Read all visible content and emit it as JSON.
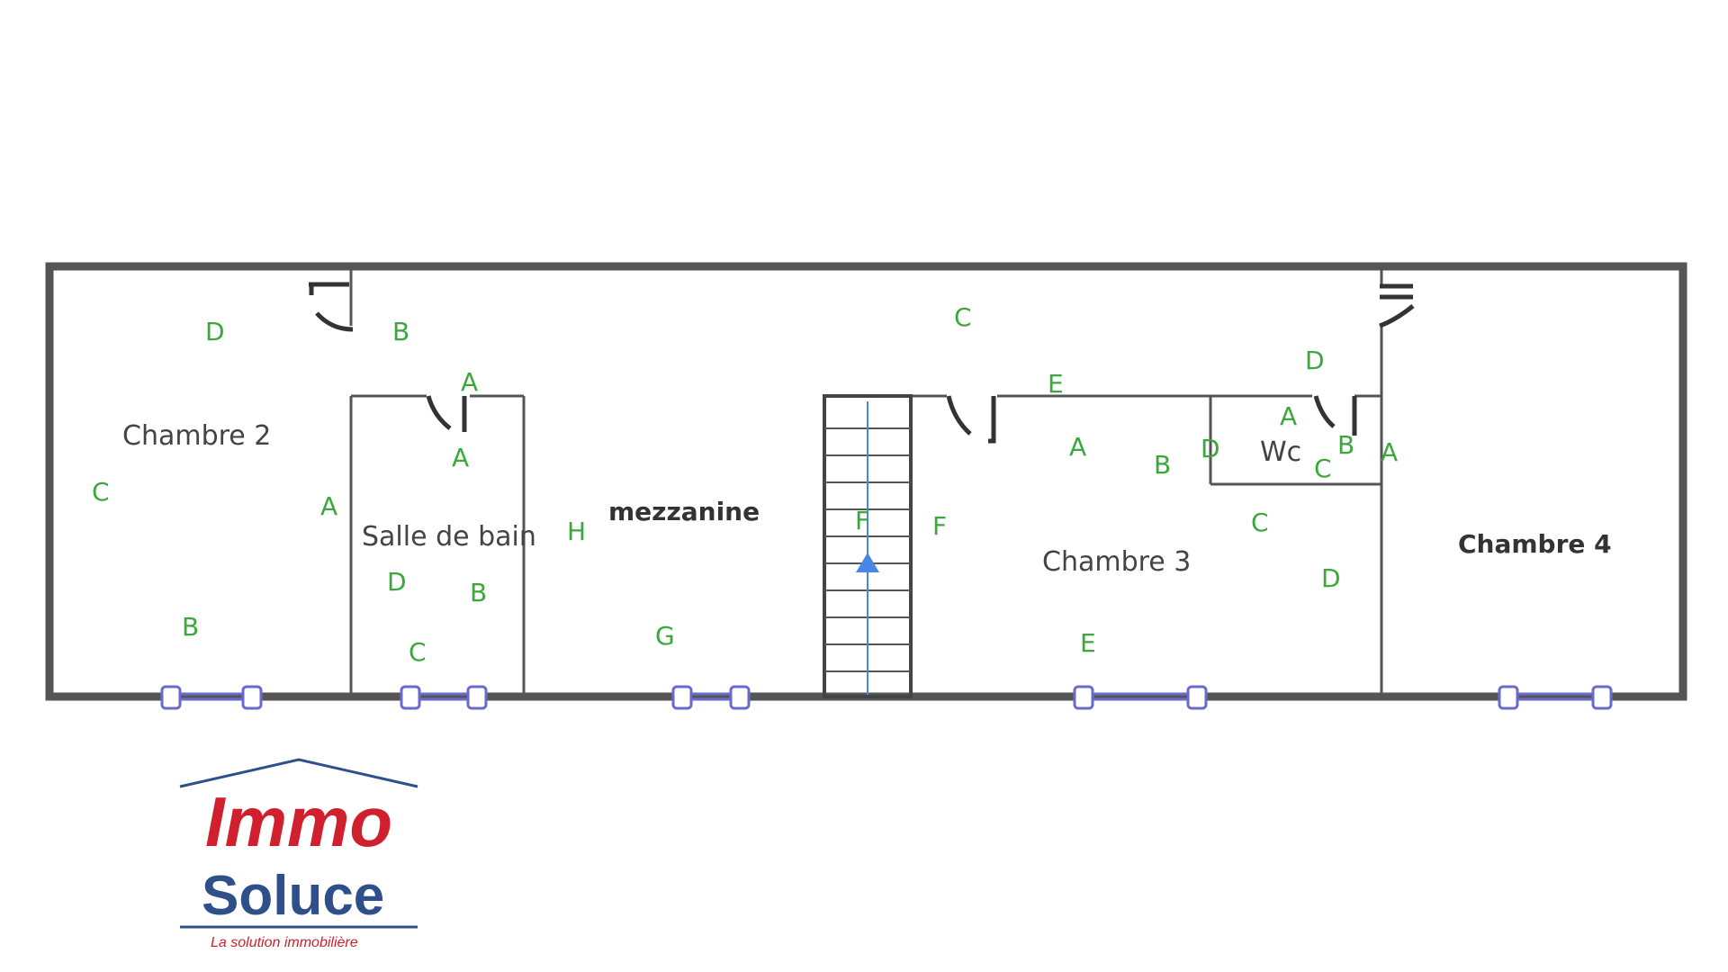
{
  "plan": {
    "rooms": {
      "chambre2": "Chambre 2",
      "salle_de_bain": "Salle de bain",
      "mezzanine": "mezzanine",
      "chambre3": "Chambre 3",
      "wc": "Wc",
      "chambre4": "Chambre 4"
    },
    "wall_letters": {
      "ch2_d": "D",
      "ch2_c": "C",
      "ch2_b": "B",
      "ch2_a": "A",
      "sdb_a_top": "A",
      "sdb_a": "A",
      "sdb_d": "D",
      "sdb_b": "B",
      "sdb_c": "C",
      "mez_b": "B",
      "mez_h": "H",
      "mez_c": "C",
      "mez_e": "E",
      "mez_f": "F",
      "mez_g": "G",
      "ch3_f": "F",
      "ch3_a": "A",
      "ch3_b": "B",
      "ch3_c": "C",
      "ch3_d": "D",
      "ch3_e": "E",
      "ch3_d_top": "D",
      "wc_d": "D",
      "wc_a": "A",
      "wc_b": "B",
      "wc_c": "C",
      "ch4_a": "A"
    },
    "colors": {
      "wall": "#555555",
      "letter": "#3aa83a",
      "window": "#6a6acd",
      "stair_arrow": "#4a86e8"
    }
  },
  "logo": {
    "immo": "Immo",
    "soluce": "Soluce",
    "tagline": "La solution immobilière",
    "colors": {
      "immo": "#d0202e",
      "soluce": "#2e4f8a",
      "tagline": "#d0202e"
    }
  }
}
